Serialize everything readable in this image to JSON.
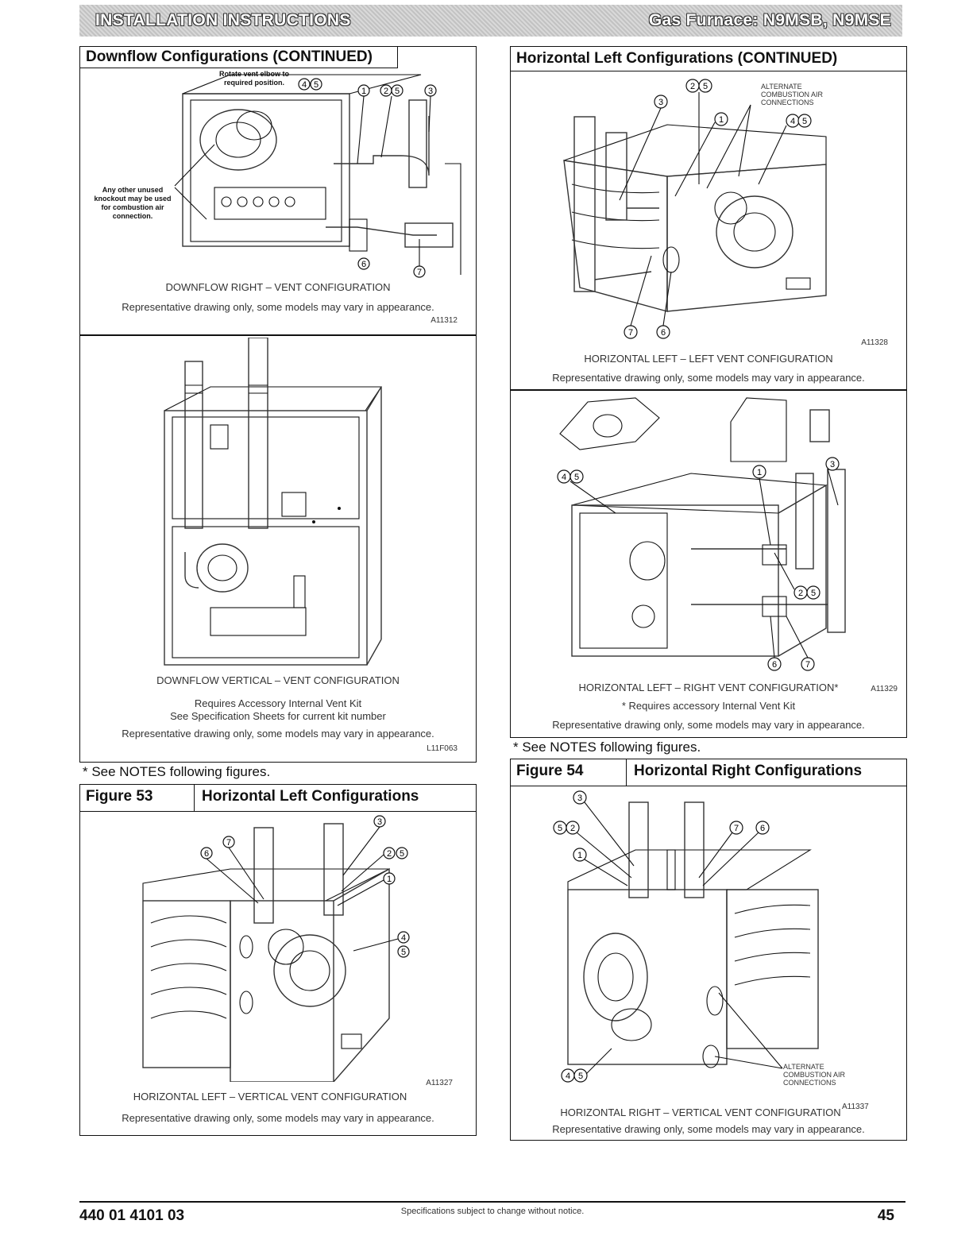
{
  "header": {
    "left": "INSTALLATION INSTRUCTIONS",
    "right": "Gas Furnace: N9MSB, N9MSE"
  },
  "left_top": {
    "title": "Downflow Configurations (CONTINUED)",
    "fig1": {
      "rotate_note": "Rotate vent elbow to required position.",
      "knockout_note": "Any other unused knockout may be used for combustion air connection.",
      "caption": "DOWNFLOW RIGHT – VENT CONFIGURATION",
      "rep": "Representative drawing only, some models may vary in appearance.",
      "code": "A11312"
    },
    "fig2": {
      "caption": "DOWNFLOW VERTICAL – VENT CONFIGURATION",
      "req1": "Requires Accessory Internal Vent Kit",
      "req2": "See Specification Sheets for current kit number",
      "rep": "Representative drawing only, some models may vary in appearance.",
      "code": "L11F063"
    }
  },
  "left_note": "* See NOTES following figures.",
  "fig53": {
    "label": "Figure 53",
    "title": "Horizontal Left Configurations",
    "caption": "HORIZONTAL LEFT – VERTICAL VENT CONFIGURATION",
    "rep": "Representative drawing only, some models may vary in appearance.",
    "code": "A11327"
  },
  "right_top": {
    "title": "Horizontal Left Configurations (CONTINUED)",
    "fig1": {
      "alt_label": "ALTERNATE COMBUSTION AIR CONNECTIONS",
      "caption": "HORIZONTAL LEFT – LEFT VENT CONFIGURATION",
      "rep": "Representative drawing only, some models may vary in appearance.",
      "code": "A11328"
    },
    "fig2": {
      "caption": "HORIZONTAL LEFT – RIGHT VENT CONFIGURATION*",
      "req": "* Requires accessory Internal Vent Kit",
      "rep": "Representative drawing only, some models may vary in appearance.",
      "code": "A11329"
    }
  },
  "right_note": "* See NOTES following figures.",
  "fig54": {
    "label": "Figure 54",
    "title": "Horizontal Right Configurations",
    "alt_label": "ALTERNATE COMBUSTION AIR CONNECTIONS",
    "caption": "HORIZONTAL RIGHT – VERTICAL VENT CONFIGURATION",
    "rep": "Representative drawing only, some models may vary in appearance.",
    "code": "A11337"
  },
  "footer": {
    "doc_number": "440 01 4101 03",
    "notice": "Specifications subject to change without notice.",
    "page": "45"
  }
}
